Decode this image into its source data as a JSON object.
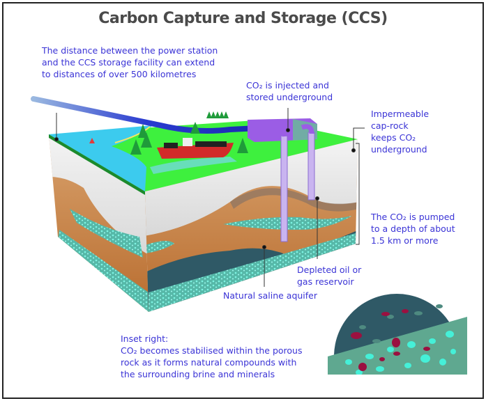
{
  "title": "Carbon Capture and Storage (CCS)",
  "labels": {
    "distance": [
      "The distance between the power station",
      "and the CCS storage facility can extend",
      "to distances of over 500 kilometres"
    ],
    "injected": [
      "CO₂ is injected and",
      "stored underground"
    ],
    "caprock": [
      "Impermeable",
      "cap-rock",
      "keeps CO₂",
      "underground"
    ],
    "pumped": [
      "The CO₂ is pumped",
      "to a depth of about",
      "1.5 km or more"
    ],
    "depleted": [
      "Depleted oil or",
      "gas reservoir"
    ],
    "aquifer": "Natural saline aquifer",
    "inset": [
      "Inset right:",
      "CO₂ becomes stabilised within the porous",
      "rock as it forms natural compounds with",
      "the surrounding brine and minerals"
    ]
  },
  "colors": {
    "text": "#3a33d6",
    "title": "#4a4a4a",
    "grass": "#3ef03e",
    "water": "#3ccbee",
    "rock": "#c77a3a",
    "aquifer": "#2f5966",
    "pore": "#45f0d8",
    "facility": "#9b5de5",
    "co2": "#9b1040"
  }
}
